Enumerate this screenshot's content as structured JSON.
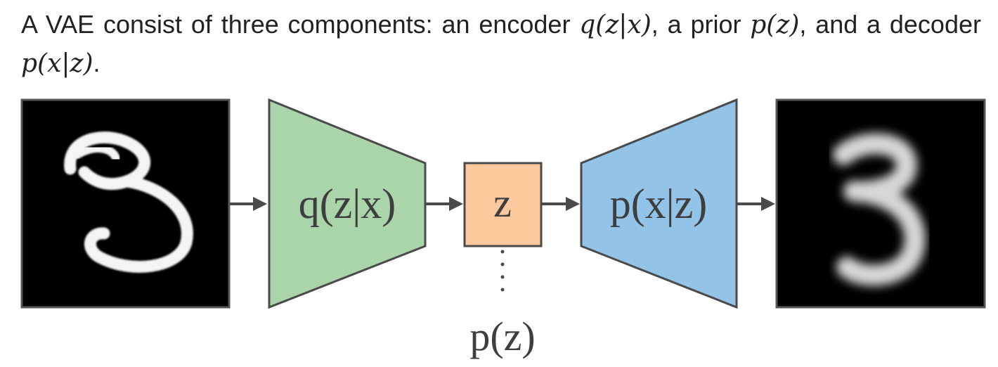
{
  "paragraph": {
    "text_1": "A VAE consist of three components: an encoder ",
    "encoder_math": "q(z|x)",
    "text_2": ", a prior ",
    "prior_math": "p(z)",
    "text_3": ", and a decoder ",
    "decoder_math": "p(x|z)",
    "text_4": "."
  },
  "diagram": {
    "encoder_label": "q(z|x)",
    "latent_label": "z",
    "decoder_label": "p(x|z)",
    "prior_label": "p(z)",
    "colors": {
      "encoder_fill": "#aad5aa",
      "latent_fill": "#fcc99e",
      "decoder_fill": "#93c3e7",
      "stroke": "#4a4a4a",
      "image_bg": "#000000"
    }
  }
}
